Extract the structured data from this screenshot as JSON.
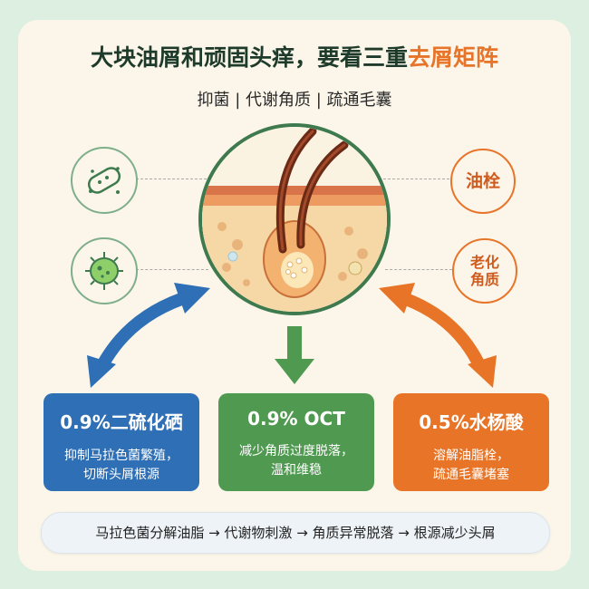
{
  "title": {
    "main": "大块油屑和顽固头痒，要看三重",
    "accent": "去屑矩阵"
  },
  "subtitle": "抑菌 | 代谢角质 | 疏通毛囊",
  "left_icons": [
    "bacteria-rod-icon",
    "microbe-icon"
  ],
  "right_icons": [
    {
      "label": "油栓"
    },
    {
      "line1": "老化",
      "line2": "角质"
    }
  ],
  "boxes": [
    {
      "head": "0.9%二硫化硒",
      "line1": "抑制马拉色菌繁殖，",
      "line2": "切断头屑根源",
      "color": "#2f6fb5"
    },
    {
      "head": "0.9% OCT",
      "line1": "减少角质过度脱落，",
      "line2": "温和维稳",
      "color": "#4f9a50"
    },
    {
      "head": "0.5%水杨酸",
      "line1": "溶解油脂栓，",
      "line2": "疏通毛囊堵塞",
      "color": "#e87527"
    }
  ],
  "bottom_text": "马拉色菌分解油脂 → 代谢物刺激 → 角质异常脱落 → 根源减少头屑"
}
